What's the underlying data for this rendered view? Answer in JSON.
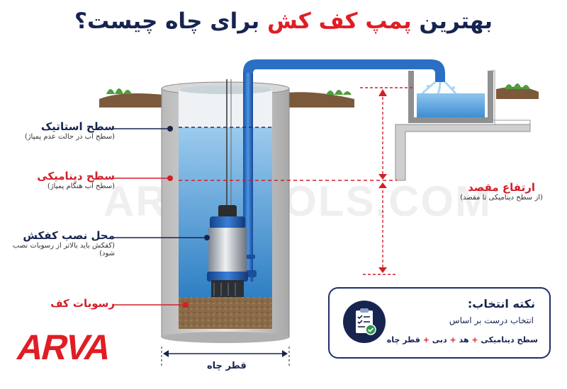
{
  "title": {
    "part1": "بهترین",
    "highlight": "پمپ کف کش",
    "part2": "برای چاه چیست؟"
  },
  "labels": {
    "static_level": {
      "heading": "سطح استاتیک",
      "sub": "(سطح آب در حالت عدم پمپاژ)"
    },
    "dynamic_level": {
      "heading": "سطح دینامیکی",
      "sub": "(سطح آب هنگام پمپاژ)"
    },
    "install_location": {
      "heading": "محل نصب کفکش",
      "sub": "(کفکش باید بالاتر از رسوبات نصب شود)"
    },
    "sediment": {
      "heading": "رسوبات کف"
    },
    "target_height": {
      "heading": "ارتفاع مقصد",
      "sub": "(از سطح دینامیکی تا مقصد)"
    },
    "well_diameter": {
      "heading": "قطر چاه"
    }
  },
  "note": {
    "title": "نکته انتخاب:",
    "line1": "انتخاب درست بر اساس",
    "criteria": [
      "سطح دینامیکی",
      "هد",
      "دبی",
      "قطر چاه"
    ],
    "separator": "+",
    "icon": "checklist-icon"
  },
  "watermark": "ARVATOOLS.COM",
  "logo": {
    "text": "ARVA"
  },
  "colors": {
    "navy": "#17244f",
    "red": "#e01d25",
    "water": "#4a9bd6",
    "pipe": "#1d62b8"
  }
}
